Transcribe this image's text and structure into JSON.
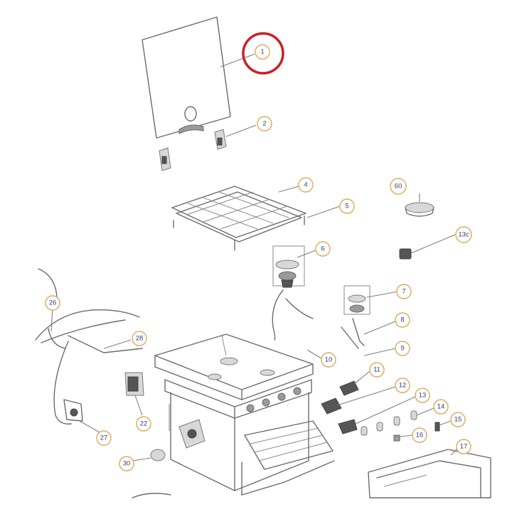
{
  "colors": {
    "highlight": "#cc1f26",
    "callout_border": "#e0a85a",
    "callout_text": "#2f3f7a"
  },
  "highlighted_part": "1",
  "callouts": [
    {
      "id": "c1",
      "label": "1"
    },
    {
      "id": "c2",
      "label": "2"
    },
    {
      "id": "c4",
      "label": "4"
    },
    {
      "id": "c5",
      "label": "5"
    },
    {
      "id": "c6",
      "label": "6"
    },
    {
      "id": "c60",
      "label": "60"
    },
    {
      "id": "c13c",
      "label": "13c"
    },
    {
      "id": "c7",
      "label": "7"
    },
    {
      "id": "c8",
      "label": "8"
    },
    {
      "id": "c9",
      "label": "9"
    },
    {
      "id": "c10",
      "label": "10"
    },
    {
      "id": "c11",
      "label": "11"
    },
    {
      "id": "c12",
      "label": "12"
    },
    {
      "id": "c13",
      "label": "13"
    },
    {
      "id": "c14",
      "label": "14"
    },
    {
      "id": "c15",
      "label": "15"
    },
    {
      "id": "c16",
      "label": "16"
    },
    {
      "id": "c17",
      "label": "17"
    },
    {
      "id": "c22",
      "label": "22"
    },
    {
      "id": "c26",
      "label": "26"
    },
    {
      "id": "c27",
      "label": "27"
    },
    {
      "id": "c28",
      "label": "28"
    },
    {
      "id": "c30",
      "label": "30"
    }
  ]
}
